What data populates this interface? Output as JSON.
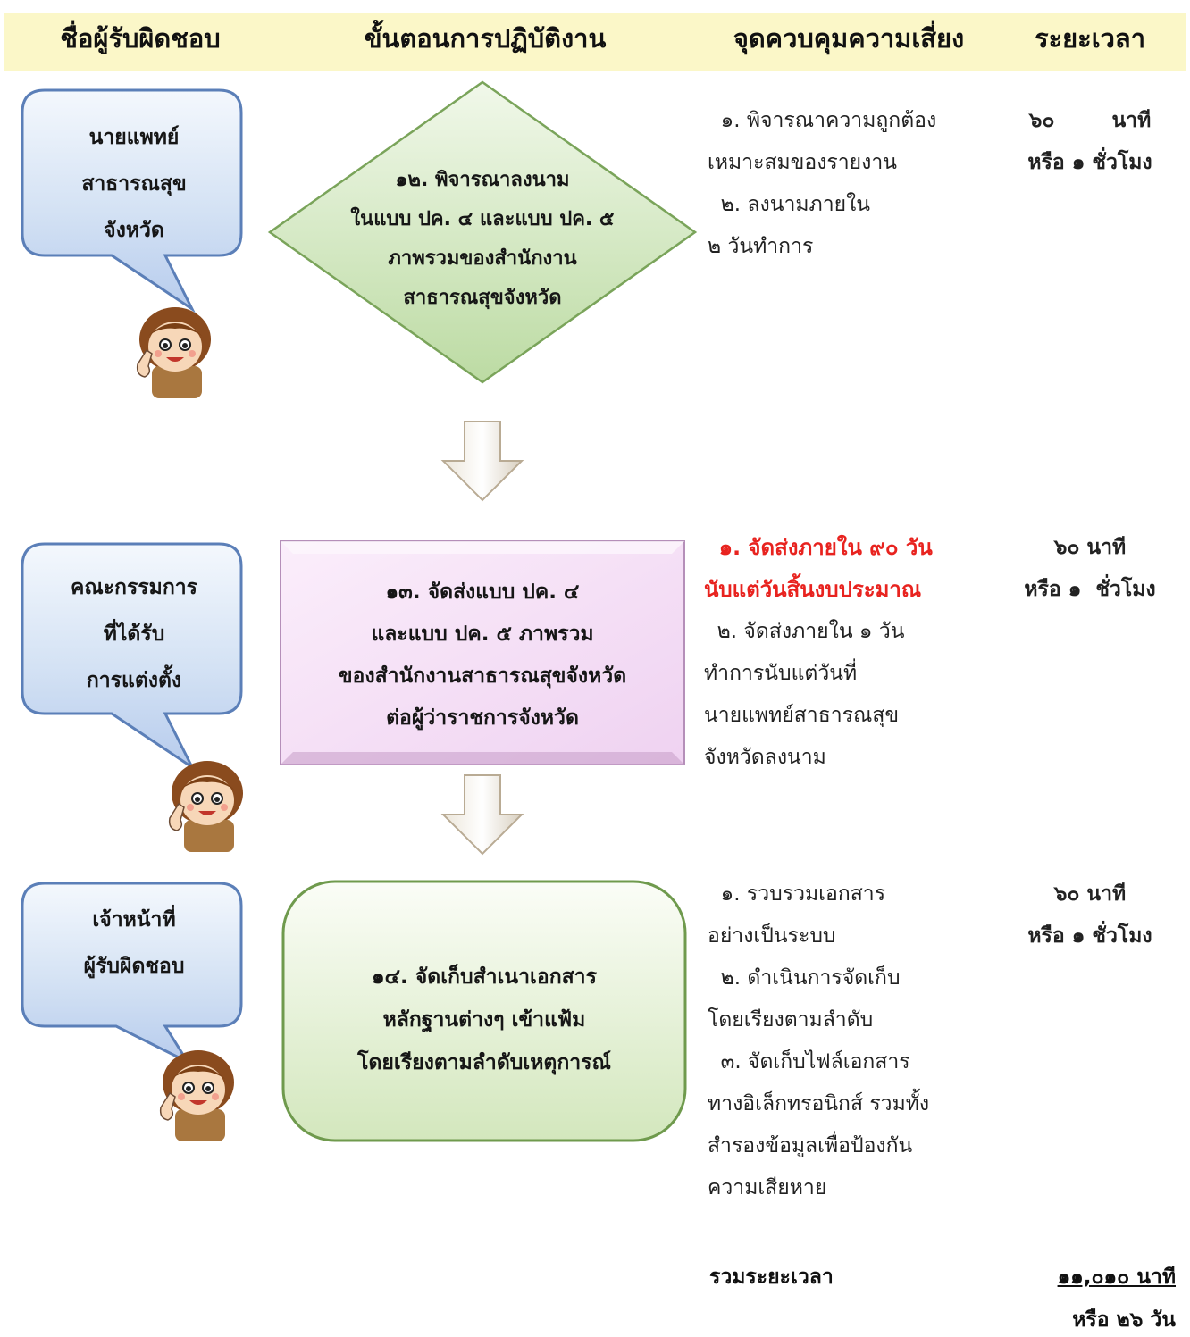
{
  "headers": {
    "responsible": "ชื่อผู้รับผิดชอบ",
    "process": "ขั้นตอนการปฏิบัติงาน",
    "control": "จุดควบคุมความเสี่ยง",
    "duration": "ระยะเวลา"
  },
  "steps": [
    {
      "responsible_lines": [
        "นายแพทย์",
        "สาธารณสุข",
        "จังหวัด"
      ],
      "process_lines": [
        "๑๒. พิจารณาลงนาม",
        "ในแบบ ปค. ๔ และแบบ ปค. ๕",
        "ภาพรวมของสำนักงาน",
        "สาธารณสุขจังหวัด"
      ],
      "control_lines": [
        "  ๑. พิจารณาความถูกต้อง",
        "เหมาะสมของรายงาน",
        "  ๒. ลงนามภายใน",
        "๒ วันทำการ"
      ],
      "time_lines": [
        "๖๐        นาที",
        "หรือ ๑ ชั่วโมง"
      ]
    },
    {
      "responsible_lines": [
        "คณะกรรมการ",
        "ที่ได้รับ",
        "การแต่งตั้ง"
      ],
      "process_lines": [
        "๑๓. จัดส่งแบบ ปค. ๔",
        "และแบบ ปค. ๕ ภาพรวม",
        "ของสำนักงานสาธารณสุขจังหวัด",
        "ต่อผู้ว่าราชการจังหวัด"
      ],
      "control_highlight_lines": [
        "  ๑. จัดส่งภายใน ๙๐ วัน",
        "นับแต่วันสิ้นงบประมาณ"
      ],
      "control_lines": [
        "  ๒. จัดส่งภายใน ๑ วัน",
        "ทำการนับแต่วันที่",
        "นายแพทย์สาธารณสุข",
        "จังหวัดลงนาม"
      ],
      "time_lines": [
        "๖๐ นาที",
        "หรือ ๑  ชั่วโมง"
      ]
    },
    {
      "responsible_lines": [
        "เจ้าหน้าที่",
        "ผู้รับผิดชอบ"
      ],
      "process_lines": [
        "๑๔. จัดเก็บสำเนาเอกสาร",
        "หลักฐานต่างๆ เข้าแฟ้ม",
        "โดยเรียงตามลำดับเหตุการณ์"
      ],
      "control_lines": [
        "  ๑. รวบรวมเอกสาร",
        "อย่างเป็นระบบ",
        "  ๒. ดำเนินการจัดเก็บ",
        "โดยเรียงตามลำดับ",
        "  ๓. จัดเก็บไฟล์เอกสาร",
        "ทางอิเล็กทรอนิกส์ รวมทั้ง",
        "สำรองข้อมูลเพื่อป้องกัน",
        "ความเสียหาย"
      ],
      "time_lines": [
        "๖๐ นาที",
        "หรือ ๑ ชั่วโมง"
      ]
    }
  ],
  "summary": {
    "label": "รวมระยะเวลา",
    "total_minutes": "๑๑,๐๑๐ นาที",
    "total_days": "หรือ ๒๖ วัน"
  },
  "colors": {
    "header_bg": "#fbf7c8",
    "bubble_fill": "#c7d9f1",
    "diamond_fill": "#c9e3b4",
    "pink_box_fill": "#f4dcf5",
    "green_box_fill": "#e2efd0",
    "highlight_text": "#e8231f"
  },
  "icons": [
    "down-arrow-icon",
    "mascot-icon"
  ]
}
